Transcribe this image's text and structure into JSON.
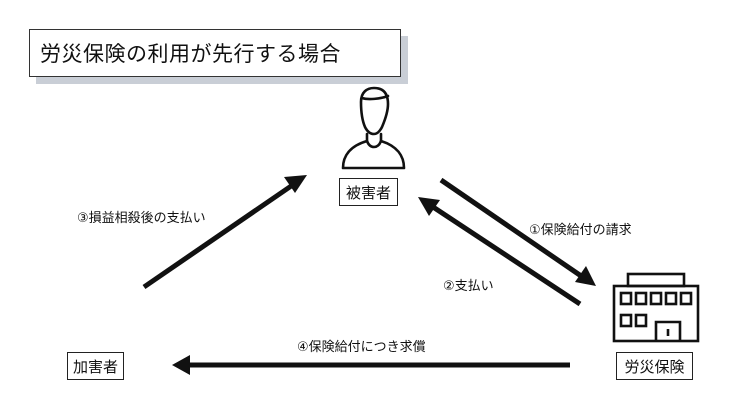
{
  "title": "労災保険の利用が先行する場合",
  "nodes": {
    "victim": {
      "label": "被害者",
      "icon": "person-icon"
    },
    "perpetrator": {
      "label": "加害者"
    },
    "insurance": {
      "label": "労災保険",
      "icon": "office-building-icon"
    }
  },
  "edges": {
    "claim": "①保険給付の請求",
    "payment": "②支払い",
    "offset_payment": "③損益相殺後の支払い",
    "subrogation": "④保険給付につき求償"
  }
}
